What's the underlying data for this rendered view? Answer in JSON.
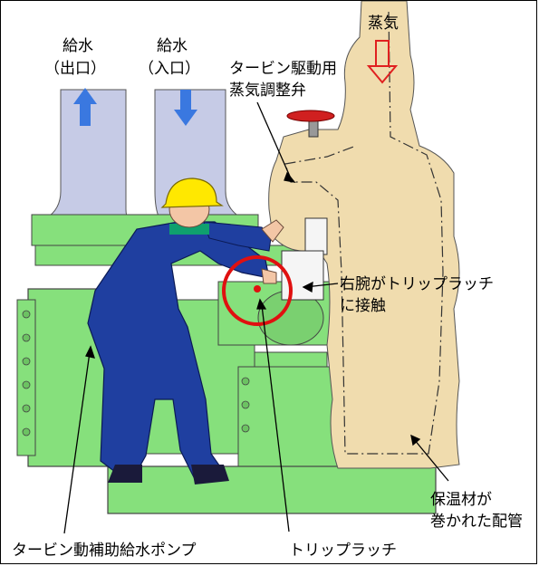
{
  "labels": {
    "water_out_line1": "給水",
    "water_out_line2": "（出口）",
    "water_in_line1": "給水",
    "water_in_line2": "（入口）",
    "valve_line1": "タービン駆動用",
    "valve_line2": "蒸気調整弁",
    "steam": "蒸気",
    "arm_line1": "右腕がトリップラッチ",
    "arm_line2": "に接触",
    "insulated_line1": "保温材が",
    "insulated_line2": "巻かれた配管",
    "pump": "タービン動補助給水ポンプ",
    "trip_latch": "トリップラッチ"
  },
  "colors": {
    "pipe_blue": "#c6cbe6",
    "flow_arrow_blue": "#3a78e0",
    "steam_arrow_red": "#e02020",
    "pump_green": "#86e07c",
    "insulation_beige": "#f0dcae",
    "worker_blue": "#1f3fa0",
    "helmet_yellow": "#ffe800",
    "highlight_red": "#e01010"
  }
}
